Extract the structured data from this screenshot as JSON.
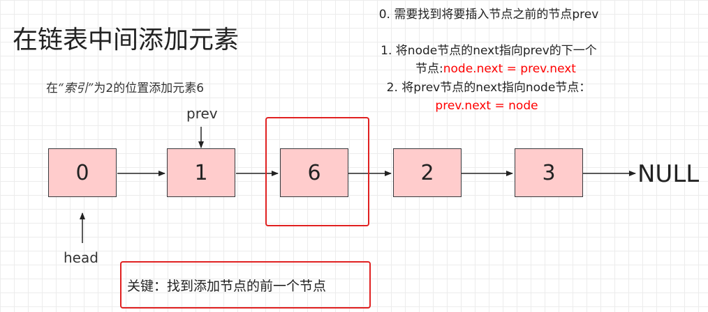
{
  "title": "在链表中间添加元素",
  "subtitle": {
    "prefix": "在",
    "quoted": "“索引”",
    "suffix": "为2的位置添加元素6"
  },
  "steps": {
    "step0": "0. 需要找到将要插入节点之前的节点prev",
    "step1_line1": "1. 将node节点的next指向prev的下一个",
    "step1_line2_prefix": "节点:",
    "step1_line2_code": "node.next = prev.next",
    "step2_line1": "2. 将prev节点的next指向node节点：",
    "step2_code": "prev.next = node"
  },
  "nodes": [
    "0",
    "1",
    "6",
    "2",
    "3"
  ],
  "labels": {
    "prev": "prev",
    "head": "head",
    "null": "NULL"
  },
  "key_note": "关键：找到添加节点的前一个节点",
  "colors": {
    "node_fill": "#ffcccc",
    "highlight": "#e02020",
    "code": "#ff0000"
  }
}
